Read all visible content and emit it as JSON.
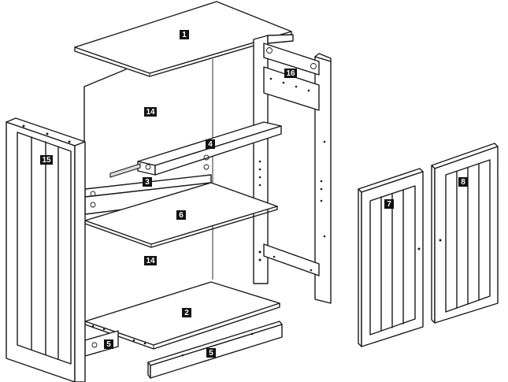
{
  "labels": {
    "top_panel": "1",
    "bottom_shelf": "2",
    "back_rail": "3",
    "shelf_front": "4",
    "bottom_rail_left": "5",
    "bottom_rail_front": "5",
    "middle_shelf": "6",
    "left_door": "7",
    "right_door": "8",
    "back_panel_upper": "14",
    "back_panel_lower": "14",
    "left_side_panel": "15",
    "top_rail": "16"
  },
  "colors": {
    "line": "#1a1a1a",
    "tag_bg": "#111111",
    "tag_text": "#ffffff"
  }
}
